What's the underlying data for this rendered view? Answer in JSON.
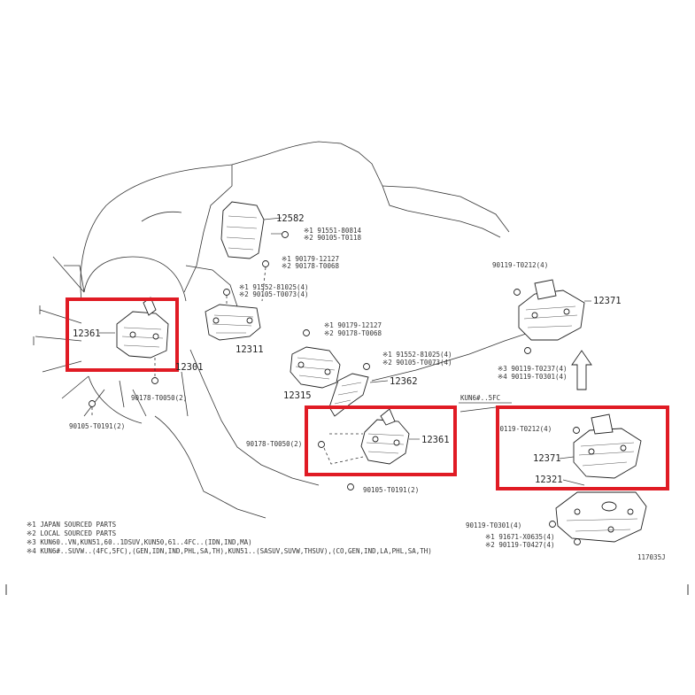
{
  "colors": {
    "highlight": "#e01b24",
    "lines": "#333333",
    "background": "#ffffff"
  },
  "labels": {
    "p12582": "12582",
    "p191551_80814": "※1 91551-80814",
    "p290105_t0118": "※2 90105-T0118",
    "p190179_12127_top": "※1 90179-12127",
    "p290178_t0068_top": "※2 90178-T0068",
    "p191552_81025_top": "※1 91552-81025(4)",
    "p290105_t0073_top": "※2 90105-T0073(4)",
    "p12361_left": "12361",
    "p12301": "12301",
    "p12311": "12311",
    "p90178_t0050_left": "90178-T0050(2)",
    "p90105_t0191_left": "90105-T0191(2)",
    "p190179_12127_mid": "※1 90179-12127",
    "p290178_t0068_mid": "※2 90178-T0068",
    "p191552_81025_mid": "※1 91552-81025(4)",
    "p290105_t0073_mid": "※2 90105-T0073(4)",
    "p12315": "12315",
    "p12362": "12362",
    "p90178_t0050_mid": "90178-T0050(2)",
    "p12361_mid": "12361",
    "p90105_t0191_mid": "90105-T0191(2)",
    "p90119_t0212_top": "90119-T0212(4)",
    "p12371_top": "12371",
    "p390119_t0237": "※3 90119-T0237(4)",
    "p490119_t0301": "※4 90119-T0301(4)",
    "kun_label": "KUN6#..5FC",
    "p90119_t0212_low": "90119-T0212(4)",
    "p12371_low": "12371",
    "p12321": "12321",
    "p90119_t0301_low": "90119-T0301(4)",
    "p191671_x0635": "※1 91671-X0635(4)",
    "p290119_t0427": "※2 90119-T0427(4)",
    "fig_id": "117035J"
  },
  "notes": [
    "※1 JAPAN SOURCED PARTS",
    "※2 LOCAL SOURCED PARTS",
    "※3 KUN60..VN,KUN51,60..1DSUV,KUN50,61..4FC..(IDN,IND,MA)",
    "※4 KUN6#..SUVW..(4FC,5FC),(GEN,IDN,IND,PHL,SA,TH),KUN51..(SASUV,SUVW,THSUV),(CO,GEN,IND,LA,PHL,SA,TH)"
  ]
}
